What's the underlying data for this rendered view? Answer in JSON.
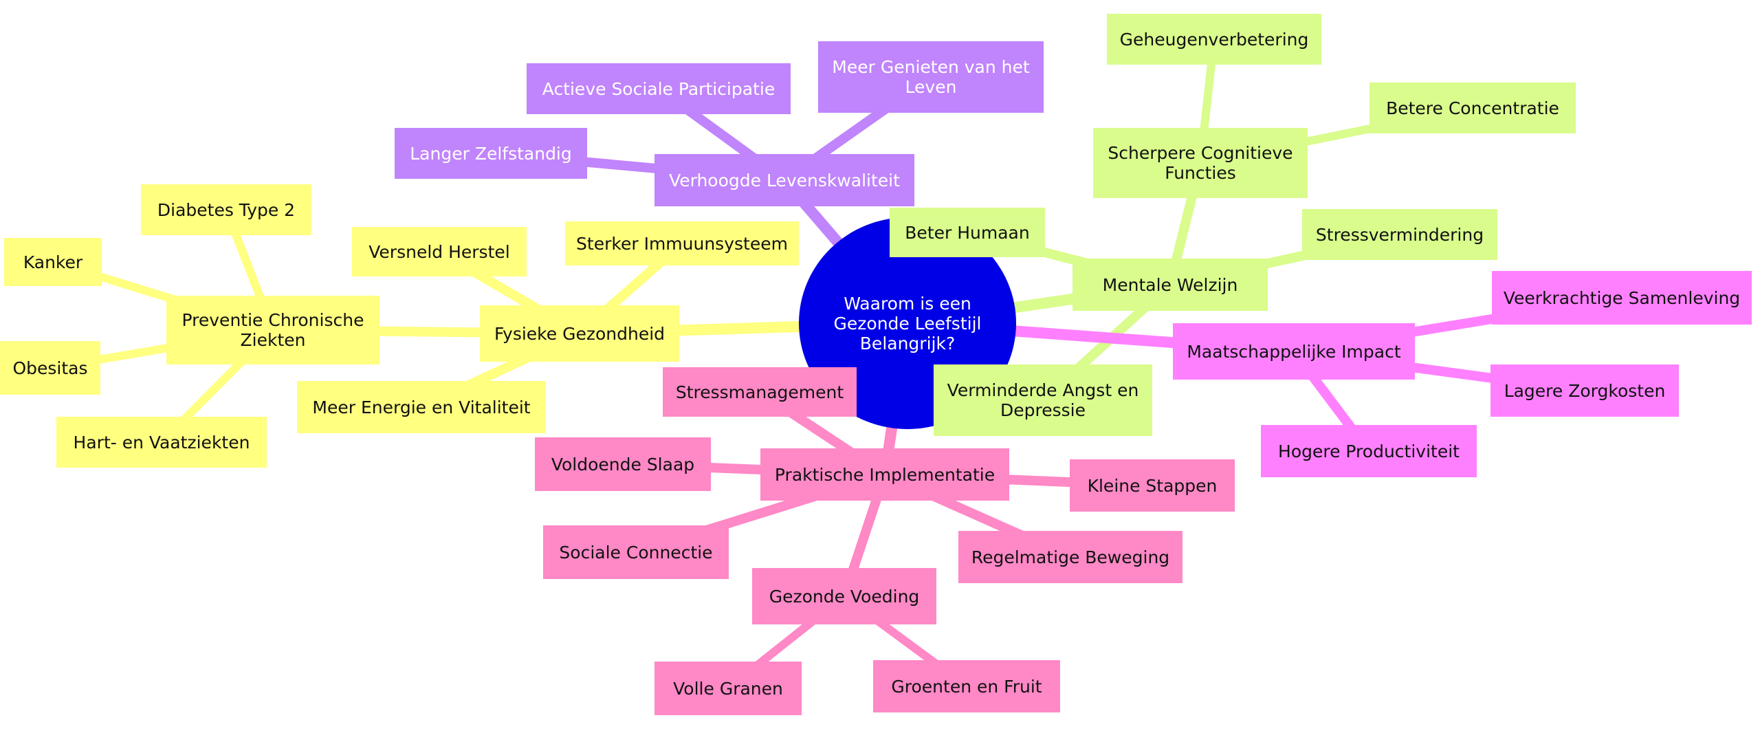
{
  "root": {
    "label": "Waarom is een Gezonde Leefstijl Belangrijk?",
    "color": "#0000e6"
  },
  "branches": [
    {
      "id": "fysiek",
      "label": "Fysieke Gezondheid",
      "color": "#ffff80",
      "text_color": "#111111",
      "children": [
        {
          "label": "Sterker Immuunsysteem"
        },
        {
          "label": "Versneld Herstel"
        },
        {
          "label": "Meer Energie en Vitaliteit"
        },
        {
          "label": "Preventie Chronische Ziekten",
          "children": [
            {
              "label": "Diabetes Type 2"
            },
            {
              "label": "Kanker"
            },
            {
              "label": "Obesitas"
            },
            {
              "label": "Hart- en Vaatziekten"
            }
          ]
        }
      ]
    },
    {
      "id": "leven",
      "label": "Verhoogde Levenskwaliteit",
      "color": "#c084fc",
      "text_color": "#ffffff",
      "children": [
        {
          "label": "Actieve Sociale Participatie"
        },
        {
          "label": "Meer Genieten van het Leven"
        },
        {
          "label": "Langer Zelfstandig"
        }
      ]
    },
    {
      "id": "mentaal",
      "label": "Mentale Welzijn",
      "color": "#d9fc8c",
      "text_color": "#111111",
      "children": [
        {
          "label": "Scherpere Cognitieve Functies",
          "children": [
            {
              "label": "Geheugenverbetering"
            },
            {
              "label": "Betere Concentratie"
            }
          ]
        },
        {
          "label": "Beter Humaan"
        },
        {
          "label": "Stressvermindering"
        },
        {
          "label": "Verminderde Angst en Depressie"
        }
      ]
    },
    {
      "id": "maatschappij",
      "label": "Maatschappelijke Impact",
      "color": "#ff80ff",
      "text_color": "#111111",
      "children": [
        {
          "label": "Veerkrachtige Samenleving"
        },
        {
          "label": "Lagere Zorgkosten"
        },
        {
          "label": "Hogere Productiviteit"
        }
      ]
    },
    {
      "id": "praktisch",
      "label": "Praktische Implementatie",
      "color": "#ff88c6",
      "text_color": "#111111",
      "children": [
        {
          "label": "Stressmanagement"
        },
        {
          "label": "Voldoende Slaap"
        },
        {
          "label": "Sociale Connectie"
        },
        {
          "label": "Kleine Stappen"
        },
        {
          "label": "Regelmatige Beweging"
        },
        {
          "label": "Gezonde Voeding",
          "children": [
            {
              "label": "Volle Granen"
            },
            {
              "label": "Groenten en Fruit"
            }
          ]
        }
      ]
    }
  ]
}
